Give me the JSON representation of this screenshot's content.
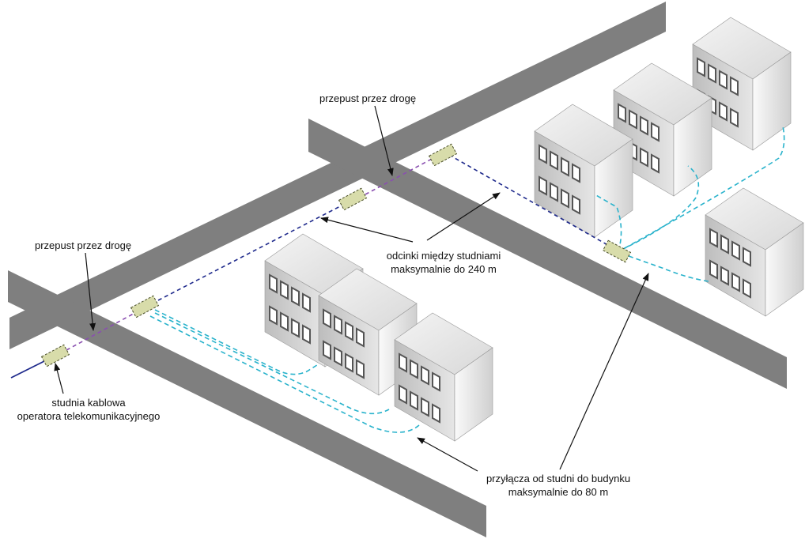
{
  "labels": {
    "crossing_upper": "przepust przez drogę",
    "crossing_left": "przepust przez drogę",
    "segments_line1": "odcinki między studniami",
    "segments_line2": "maksymalnie do 240 m",
    "well_line1": "studnia kablowa",
    "well_line2": "operatora telekomunikacyjnego",
    "connections_line1": "przyłącza od studni do budynku",
    "connections_line2": "maksymalnie do 80 m"
  },
  "colors": {
    "road": "#7f7f7f",
    "main_cable": "#1f2a8c",
    "crossing_cable": "#8a4fb0",
    "drop_cable": "#2ab3cc",
    "well_fill": "#d8dcaa",
    "well_stroke": "#4a4f2a",
    "wall_front": "#d4d4d4",
    "wall_side": "#f2f2f2",
    "roof": "#e8e8e8",
    "window": "#555555"
  }
}
